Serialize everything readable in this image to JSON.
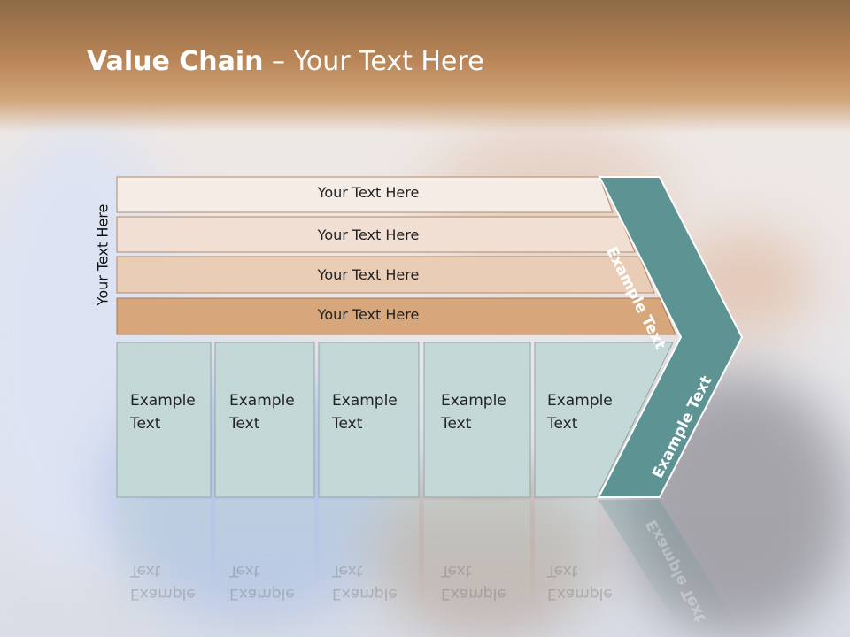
{
  "title": {
    "bold": "Value Chain",
    "rest": " – Your Text Here"
  },
  "side_label": "Your Text Here",
  "bars": [
    {
      "label": "Your Text Here"
    },
    {
      "label": "Your Text Here"
    },
    {
      "label": "Your Text Here"
    },
    {
      "label": "Your Text Here"
    }
  ],
  "boxes": [
    {
      "line1": "Example",
      "line2": "Text"
    },
    {
      "line1": "Example",
      "line2": "Text"
    },
    {
      "line1": "Example",
      "line2": "Text"
    },
    {
      "line1": "Example",
      "line2": "Text"
    },
    {
      "line1": "Example",
      "line2": "Text"
    }
  ],
  "chevron": {
    "top_label": "Example Text",
    "bottom_label": "Example Text"
  },
  "colors": {
    "bar1": "#f6ece6",
    "bar2": "#f1dfd3",
    "bar3": "#e9cdb7",
    "bar4": "#d7a67b",
    "box": "#c3d8d7",
    "chevron": "#5e9393",
    "header": "#b98557"
  }
}
